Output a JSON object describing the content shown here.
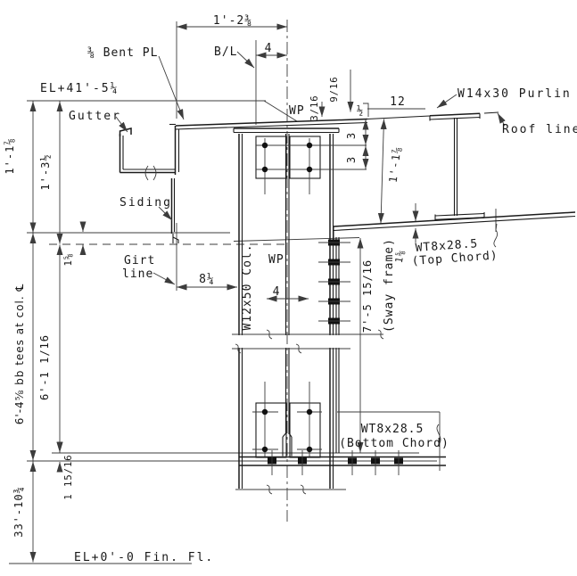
{
  "labels": {
    "bent_pl": "⅜ Bent PL",
    "bl": "B/L",
    "el_top": "EL+41'-5¼",
    "gutter": "Gutter",
    "wp_top": "WP",
    "wp_mid": "WP",
    "purlin": "W14x30 Purlin",
    "roof_line": "Roof line",
    "siding": "Siding",
    "girt_line_1": "Girt",
    "girt_line_2": "line",
    "column": "W12x50 Col.",
    "top_chord_1": "WT8x28.5",
    "top_chord_2": "(Top Chord)",
    "sway_frame": "(Sway frame)",
    "bottom_chord_1": "WT8x28.5",
    "bottom_chord_2": "(Bottom Chord)",
    "bb_tees": "6'-4⅝ bb tees at col. ℄",
    "el_bottom": "EL+0'-0 Fin. Fl."
  },
  "dimensions": {
    "top_width": "1'-2⅜",
    "bl_to_cl": "4",
    "offset_9_16": "9/16",
    "offset_3_16": "3/16",
    "slope_rise": "½",
    "slope_run": "12",
    "bolt_row_1": "3",
    "bolt_row_2": "3",
    "roof_to_chord": "1'-1⅞",
    "chord_gap_1_5_8": "1⅝",
    "el_to_girt_a": "1'-1⅞",
    "el_to_girt_b": "1'-3½",
    "girt_gap_1_5_8": "1⅝",
    "girt_to_flange": "8¼",
    "web_gage": "4",
    "sway_length": "7'-5 15/16",
    "tee_to_chord": "6'-1 1/16",
    "lap_1_15_16": "1 15/16",
    "floor_height": "33'-10¾"
  },
  "colors": {
    "line": "#1b1b1b",
    "thin_line": "#3c3c3c",
    "background": "#ffffff"
  }
}
